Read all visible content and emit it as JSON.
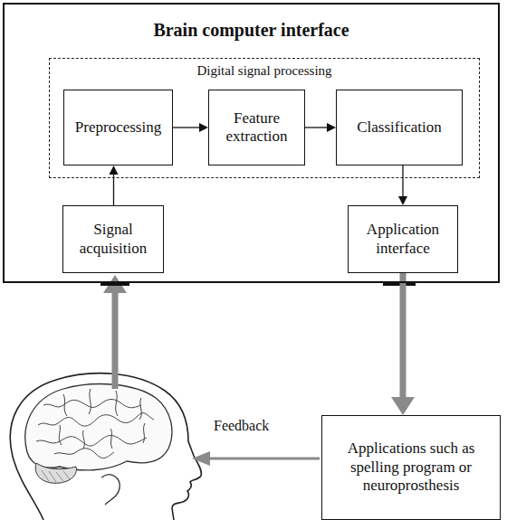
{
  "diagram": {
    "nodes": [
      {
        "text": [
          "Brain computer interface"
        ]
      },
      {
        "text": [
          "Digital signal processing"
        ],
        "in": 0
      },
      {
        "text": [
          "Preprocessing"
        ],
        "in": 1
      },
      {
        "text": [
          "Feature extraction"
        ],
        "in": 1
      },
      {
        "text": [
          "Classification"
        ],
        "in": 1
      },
      {
        "text": [
          "Signal acquisition"
        ],
        "in": 0
      },
      {
        "text": [
          "Application interface"
        ],
        "in": 0
      },
      {
        "text": [
          "Applications such as spelling program or neuroprosthesis"
        ]
      }
    ],
    "edges": [
      {
        "from": 5,
        "to": 2,
        "arrow": "to"
      },
      {
        "from": 2,
        "to": 3,
        "arrow": "to"
      },
      {
        "from": 3,
        "to": 4,
        "arrow": "to"
      },
      {
        "from": 4,
        "to": 6,
        "arrow": "to"
      },
      {
        "from": 6,
        "to": 7,
        "arrow": "to"
      }
    ],
    "labels": [
      "Feedback"
    ]
  }
}
